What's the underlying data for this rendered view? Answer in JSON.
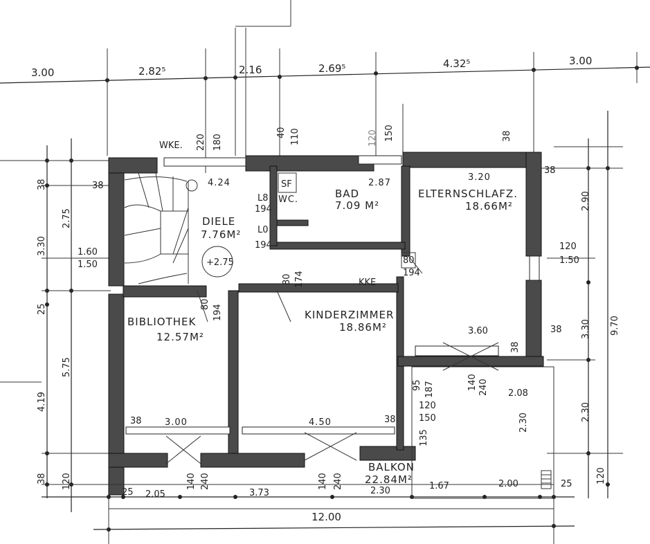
{
  "top_dims": [
    "3.00",
    "2.82⁵",
    "2.16",
    "2.69⁵",
    "4.32⁵",
    "3.00"
  ],
  "top_vertical_dims": [
    "220",
    "180",
    "40",
    "110",
    "120",
    "150",
    "38"
  ],
  "bottom_dims": [
    "25",
    "2.05",
    "140",
    "240",
    "3.73",
    "140",
    "240",
    "2.30",
    "1.67",
    "2.00",
    "25"
  ],
  "bottom_total": "12.00",
  "left_dims_outer": [
    "38",
    "3.30",
    "25",
    "4.19",
    "38"
  ],
  "left_dims_inner": [
    "2.75",
    "5.75",
    "120"
  ],
  "left_window": [
    "1.60",
    "1.50"
  ],
  "right_dims_outer": [
    "2.90",
    "3.30",
    "2.30",
    "120"
  ],
  "right_total": "9.70",
  "right_window": [
    "120",
    "1.50"
  ],
  "rooms": {
    "diele": {
      "name": "DIELE",
      "area": "7.76M²",
      "width": "4.24"
    },
    "bad": {
      "name": "BAD",
      "area": "7.09 M²",
      "width": "2.87"
    },
    "wc": {
      "name": "WC."
    },
    "elternschlafz": {
      "name": "ELTERNSCHLAFZ.",
      "area": "18.66M²",
      "width": "3.20"
    },
    "bibliothek": {
      "name": "BIBLIOTHEK",
      "area": "12.57M²",
      "width": "3.00"
    },
    "kinderzimmer": {
      "name": "KINDERZIMMER",
      "area": "18.86M²",
      "width": "4.50"
    },
    "balkon": {
      "name": "BALKON",
      "area": "22.84M²"
    }
  },
  "labels": {
    "wke": "WKE.",
    "kke": "KKE",
    "level": "+2.75",
    "sf": "SF",
    "dim_360": "3.60",
    "dim_208": "2.08",
    "dim_230": "2.30",
    "dim_38": "38",
    "door_ratios": [
      "L8",
      "194",
      "L0",
      "194",
      "80",
      "174",
      "80",
      "194",
      "80",
      "194",
      "95",
      "187",
      "140",
      "240",
      "120",
      "150",
      "135"
    ]
  }
}
